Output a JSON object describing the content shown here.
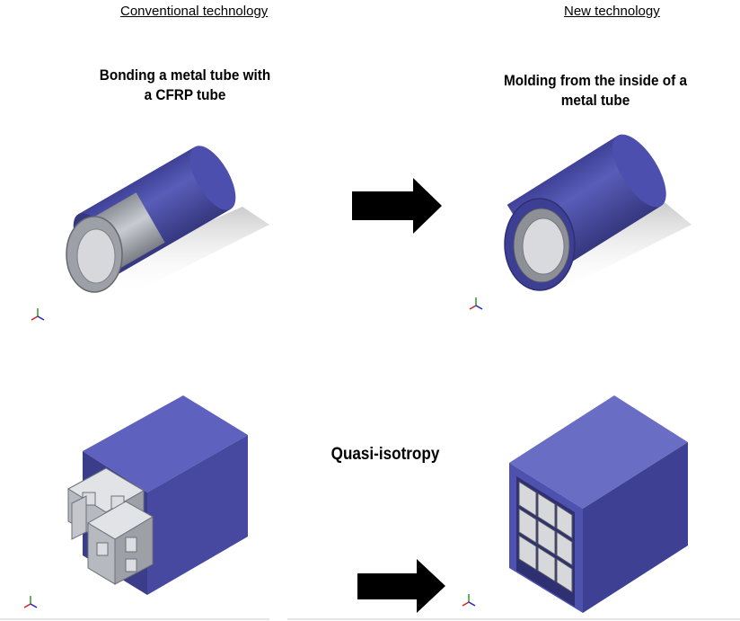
{
  "headers": {
    "left": "Conventional technology",
    "right": "New technology"
  },
  "captions": {
    "conventional": "Bonding a metal tube with a CFRP tube",
    "new": "Molding from the inside of a metal tube",
    "middle": "Quasi-isotropy"
  },
  "colors": {
    "cfrp_front": "#4b4ea8",
    "cfrp_top": "#6a6dc4",
    "metal_light": "#d4d6dc",
    "metal_mid": "#aeb0b8",
    "metal_dark": "#6a6c74",
    "arrow": "#000000"
  },
  "icons": [
    "triad-axis-icon",
    "right-arrow-icon"
  ]
}
